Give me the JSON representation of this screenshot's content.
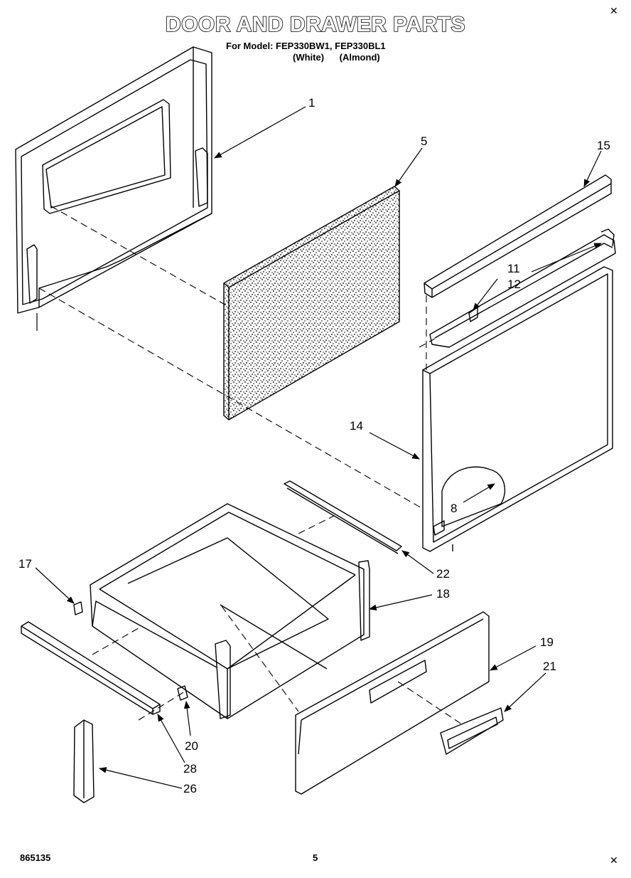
{
  "header": {
    "title": "DOOR AND DRAWER PARTS",
    "model_line": "For Model: FEP330BW1, FEP330BL1",
    "variant_white": "(White)",
    "variant_almond": "(Almond)"
  },
  "parts": [
    {
      "id": "1",
      "label": "1"
    },
    {
      "id": "5",
      "label": "5"
    },
    {
      "id": "15",
      "label": "15"
    },
    {
      "id": "11",
      "label": "11"
    },
    {
      "id": "12",
      "label": "12"
    },
    {
      "id": "14",
      "label": "14"
    },
    {
      "id": "8",
      "label": "8"
    },
    {
      "id": "17",
      "label": "17"
    },
    {
      "id": "22",
      "label": "22"
    },
    {
      "id": "18",
      "label": "18"
    },
    {
      "id": "19",
      "label": "19"
    },
    {
      "id": "21",
      "label": "21"
    },
    {
      "id": "20",
      "label": "20"
    },
    {
      "id": "28",
      "label": "28"
    },
    {
      "id": "26",
      "label": "26"
    }
  ],
  "footer": {
    "doc_number": "865135",
    "page": "5"
  },
  "icons": [
    "registration-mark-icon"
  ]
}
